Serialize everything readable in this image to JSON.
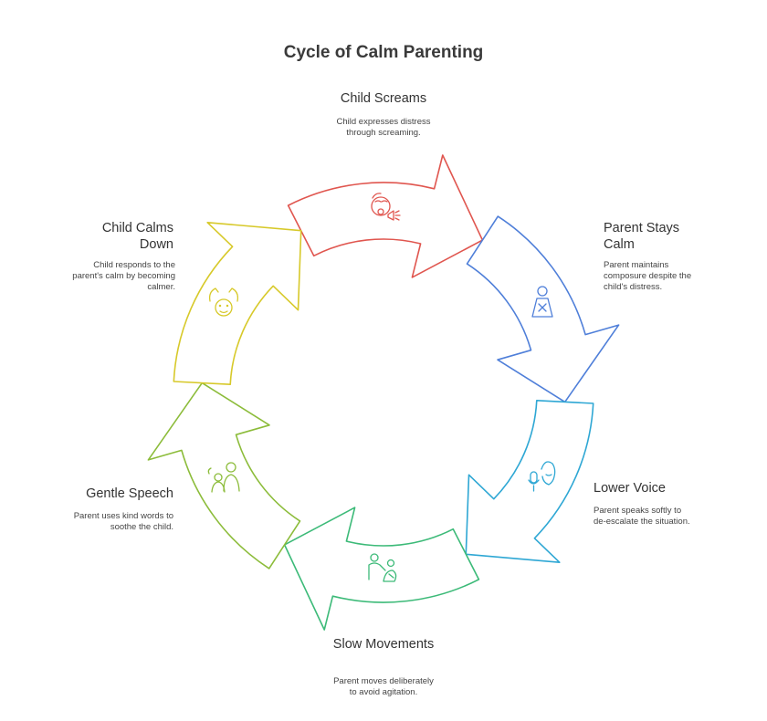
{
  "title": "Cycle of Calm Parenting",
  "colors": {
    "red": "#e0564f",
    "blue": "#4f7fd9",
    "sky": "#2ea7d4",
    "green": "#3cba78",
    "lime": "#8cbc3a",
    "yellow": "#d7c92a"
  },
  "stages": [
    {
      "title": "Child Screams",
      "description": "Child expresses distress through screaming.",
      "icon": "screaming-child-icon"
    },
    {
      "title": "Parent Stays Calm",
      "description": "Parent maintains composure despite the child's distress.",
      "icon": "calm-parent-icon"
    },
    {
      "title": "Lower Voice",
      "description": "Parent speaks softly to de-escalate the situation.",
      "icon": "microphone-face-icon"
    },
    {
      "title": "Slow Movements",
      "description": "Parent moves deliberately to avoid agitation.",
      "icon": "parent-child-movement-icon"
    },
    {
      "title": "Gentle Speech",
      "description": "Parent uses kind words to soothe the child.",
      "icon": "parent-speaking-icon"
    },
    {
      "title": "Child Calms Down",
      "description": "Child responds to the parent's calm by becoming calmer.",
      "icon": "calm-child-icon"
    }
  ]
}
